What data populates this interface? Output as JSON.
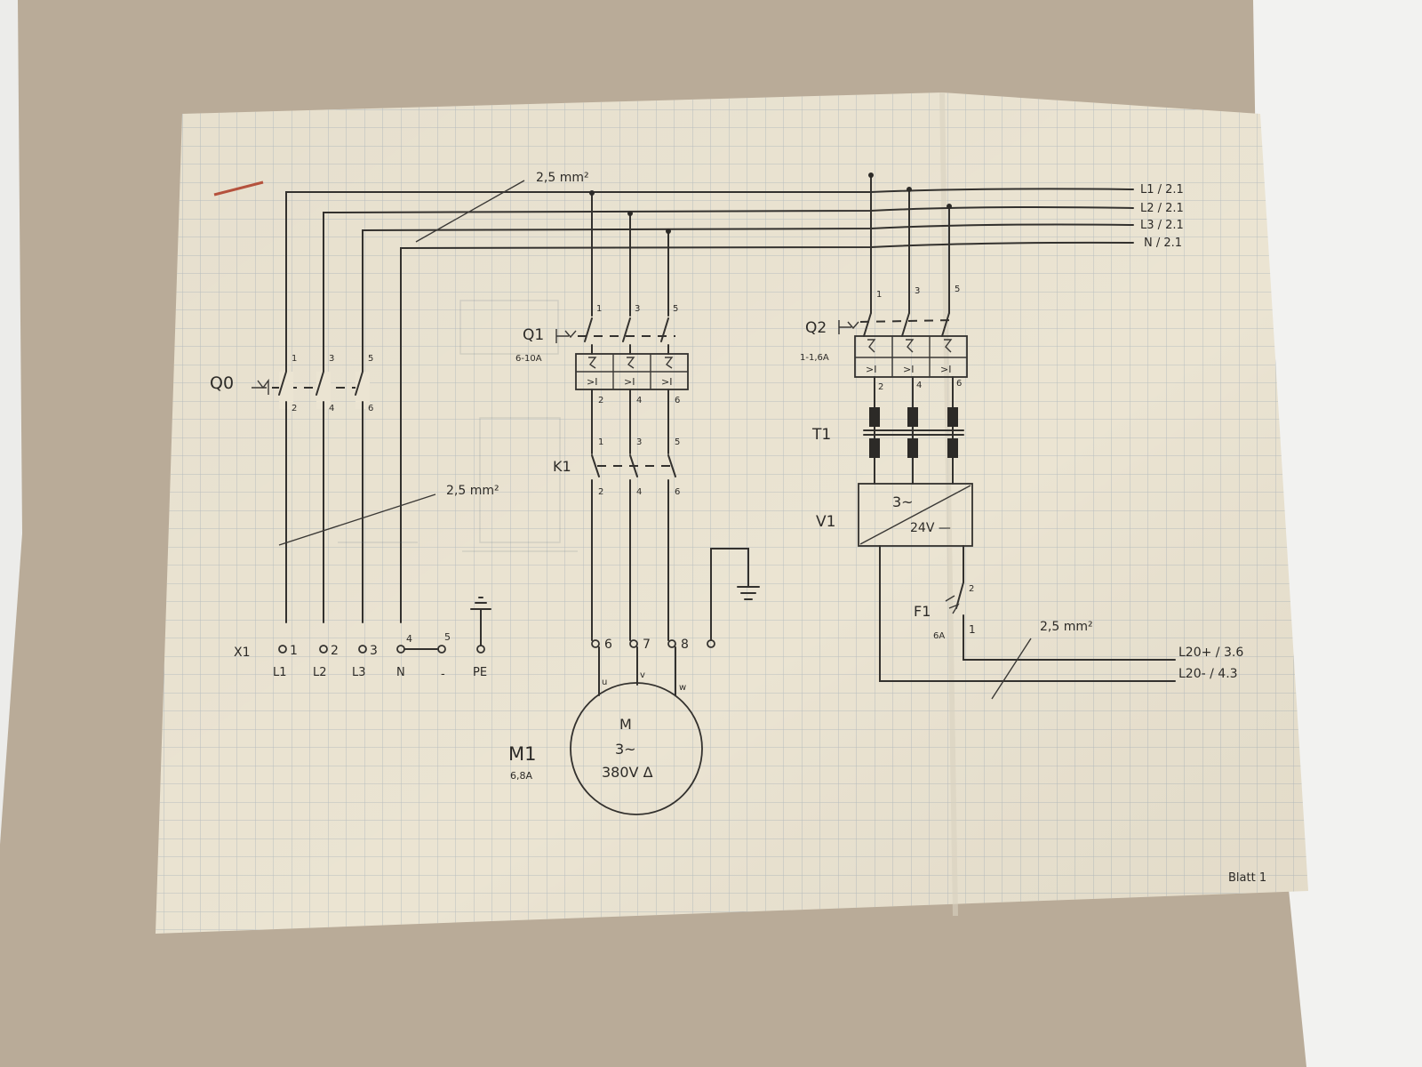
{
  "colors": {
    "cardboard": "#b9ab98",
    "paper": "#ebe4d2",
    "grid": "#b9bfc0",
    "ink": "#2c2a27",
    "red_mark": "#b5523d"
  },
  "bus": {
    "l1": "L1 / 2.1",
    "l2": "L2 / 2.1",
    "l3": "L3 / 2.1",
    "n": "N / 2.1"
  },
  "cross_sections": {
    "top": "2,5 mm²",
    "lower": "2,5 mm²",
    "dc": "2,5 mm²"
  },
  "q0": {
    "label": "Q0",
    "top_terms": [
      "1",
      "3",
      "5"
    ],
    "bottom_terms": [
      "2",
      "4",
      "6"
    ]
  },
  "q1": {
    "label": "Q1",
    "rating": "6-10A",
    "top_terms": [
      "1",
      "3",
      "5"
    ],
    "bottom_terms": [
      "2",
      "4",
      "6"
    ],
    "trip": ">I"
  },
  "k1": {
    "label": "K1",
    "top_terms": [
      "1",
      "3",
      "5"
    ],
    "bottom_terms": [
      "2",
      "4",
      "6"
    ]
  },
  "q2": {
    "label": "Q2",
    "rating": "1-1,6A",
    "top_terms": [
      "1",
      "3",
      "5"
    ],
    "bottom_terms": [
      "2",
      "4",
      "6"
    ],
    "trip": ">I"
  },
  "t1": {
    "label": "T1"
  },
  "v1": {
    "label": "V1",
    "ac": "3~",
    "dc": "24V —"
  },
  "f1": {
    "label": "F1",
    "rating": "6A",
    "term_top": "2",
    "term_bottom": "1"
  },
  "x1": {
    "label": "X1",
    "terms": [
      "1",
      "2",
      "3",
      "4",
      "5",
      "6",
      "7",
      "8"
    ],
    "names": [
      "L1",
      "L2",
      "L3",
      "N",
      "-",
      "PE"
    ]
  },
  "m1": {
    "label": "M1",
    "current": "6,8A",
    "letter": "M",
    "phases": "3~",
    "voltage": "380V Δ",
    "terms": [
      "u",
      "v",
      "w"
    ]
  },
  "outputs": {
    "pos": "L20+ / 3.6",
    "neg": "L20- / 4.3"
  },
  "sheet": "Blatt 1"
}
